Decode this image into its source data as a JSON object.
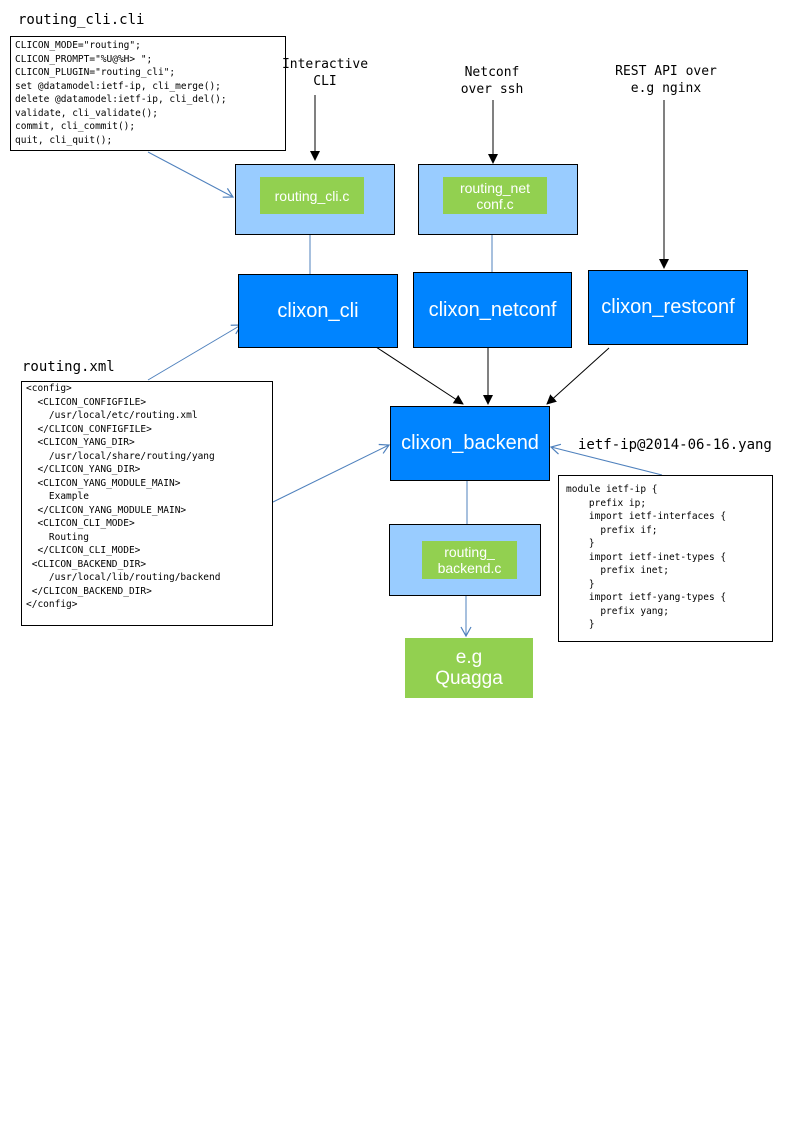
{
  "cli_file": {
    "title": "routing_cli.cli",
    "lines": [
      "CLICON_MODE=\"routing\";",
      "CLICON_PROMPT=\"%U@%H> \";",
      "CLICON_PLUGIN=\"routing_cli\";",
      "set @datamodel:ietf-ip, cli_merge();",
      "delete @datamodel:ietf-ip, cli_del();",
      "validate, cli_validate();",
      "commit, cli_commit();",
      "quit, cli_quit();"
    ]
  },
  "xml_file": {
    "title": "routing.xml",
    "lines": [
      "<config>",
      "  <CLICON_CONFIGFILE>",
      "    /usr/local/etc/routing.xml",
      "  </CLICON_CONFIGFILE>",
      "  <CLICON_YANG_DIR>",
      "    /usr/local/share/routing/yang",
      "  </CLICON_YANG_DIR>",
      "  <CLICON_YANG_MODULE_MAIN>",
      "    Example",
      "  </CLICON_YANG_MODULE_MAIN>",
      "  <CLICON_CLI_MODE>",
      "    Routing",
      "  </CLICON_CLI_MODE>",
      " <CLICON_BACKEND_DIR>",
      "    /usr/local/lib/routing/backend",
      " </CLICON_BACKEND_DIR>",
      "</config>"
    ]
  },
  "yang_file": {
    "title": "ietf-ip@2014-06-16.yang",
    "lines": [
      "module ietf-ip {",
      "    prefix ip;",
      "    import ietf-interfaces {",
      "      prefix if;",
      "    }",
      "    import ietf-inet-types {",
      "      prefix inet;",
      "    }",
      "    import ietf-yang-types {",
      "      prefix yang;",
      "    }"
    ]
  },
  "inputs": {
    "interactive_cli": "Interactive\nCLI",
    "netconf": "Netconf\nover ssh",
    "restconf": "REST API over\ne.g nginx"
  },
  "plugins": {
    "cli": "routing_cli.c",
    "netconf": "routing_net\nconf.c",
    "backend": "routing_\nbackend.c"
  },
  "components": {
    "cli": "clixon_cli",
    "netconf": "clixon_netconf",
    "restconf": "clixon_restconf",
    "backend": "clixon_backend"
  },
  "target": "e.g\nQuagga",
  "colors": {
    "component_blue": "#0084ff",
    "plugin_container": "#99ccff",
    "plugin_green": "#92d050",
    "config_arrow": "#4f81bd",
    "flow_arrow": "#000000"
  }
}
